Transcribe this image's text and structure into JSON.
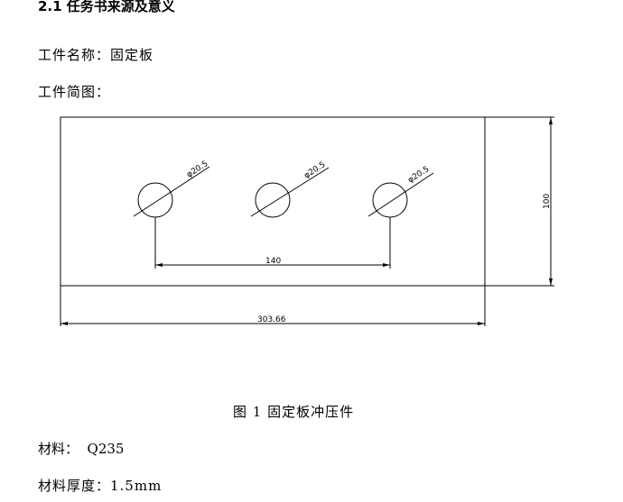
{
  "heading": "2.1 任务书来源及意义",
  "part_name": "工件名称：固定板",
  "part_sketch_label": "工件简图：",
  "drawing": {
    "hole_labels": [
      "φ20.5",
      "φ20.5",
      "φ20.5"
    ],
    "hole_spacing_dim": "140",
    "height_dim": "100",
    "width_dim": "303.66"
  },
  "caption": "图 1 固定板冲压件",
  "material": "材料：  Q235",
  "thickness": "材料厚度：1.5mm"
}
